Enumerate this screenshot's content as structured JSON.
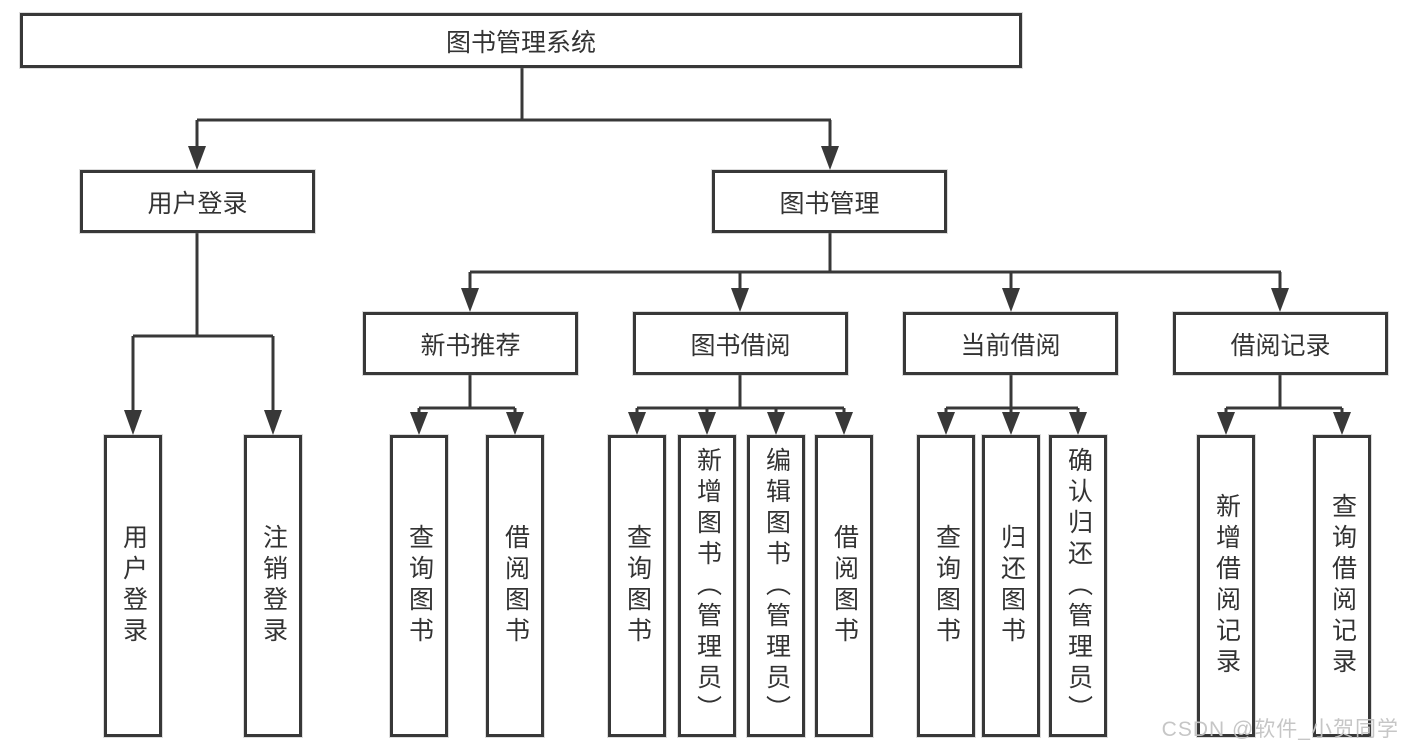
{
  "diagram": {
    "root": {
      "label": "图书管理系统"
    },
    "level2": [
      {
        "label": "用户登录"
      },
      {
        "label": "图书管理"
      }
    ],
    "level3": [
      {
        "label": "新书推荐"
      },
      {
        "label": "图书借阅"
      },
      {
        "label": "当前借阅"
      },
      {
        "label": "借阅记录"
      }
    ],
    "leaves": [
      {
        "label": "用户登录",
        "parent": "用户登录"
      },
      {
        "label": "注销登录",
        "parent": "用户登录"
      },
      {
        "label": "查询图书",
        "parent": "新书推荐"
      },
      {
        "label": "借阅图书",
        "parent": "新书推荐"
      },
      {
        "label": "查询图书",
        "parent": "图书借阅"
      },
      {
        "label": "新增图书（管理员）",
        "parent": "图书借阅"
      },
      {
        "label": "编辑图书（管理员）",
        "parent": "图书借阅"
      },
      {
        "label": "借阅图书",
        "parent": "图书借阅"
      },
      {
        "label": "查询图书",
        "parent": "当前借阅"
      },
      {
        "label": "归还图书",
        "parent": "当前借阅"
      },
      {
        "label": "确认归还（管理员）",
        "parent": "当前借阅"
      },
      {
        "label": "新增借阅记录",
        "parent": "借阅记录"
      },
      {
        "label": "查询借阅记录",
        "parent": "借阅记录"
      }
    ],
    "watermark": "CSDN @软件_小贺同学",
    "colors": {
      "line": "#383838",
      "text": "#333333",
      "background": "#ffffff",
      "watermark": "#c3c3c3"
    }
  }
}
